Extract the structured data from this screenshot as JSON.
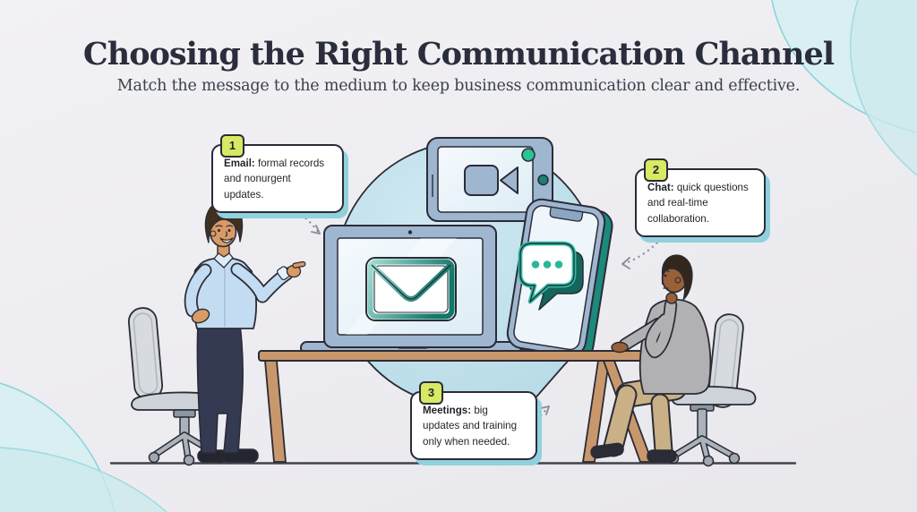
{
  "header": {
    "title": "Choosing the Right Communication Channel",
    "subtitle": "Match the message to the medium to keep business communication clear and effective."
  },
  "callouts": [
    {
      "number": "1",
      "lead": "Email:",
      "text": " formal records and nonurgent updates."
    },
    {
      "number": "2",
      "lead": "Chat:",
      "text": " quick questions and real-time collaboration."
    },
    {
      "number": "3",
      "lead": "Meetings:",
      "text": " big updates and training only when needed."
    }
  ],
  "icons": {
    "tablet_screen": "video-camera-icon",
    "laptop_screen": "email-envelope-icon",
    "phone_screen": "chat-bubble-icon"
  },
  "colors": {
    "background": "#EDECF0",
    "title_text": "#2A2E3C",
    "callout_border": "#2B2B36",
    "callout_shadow": "#8FD2DE",
    "number_tab": "#D8E964",
    "speech_bubble": "#C3E1EC",
    "device_frame": "#9FB6D0",
    "screen": "#EAF3FA",
    "teal_dark": "#157F70",
    "teal_accent": "#2FBFA6",
    "desk_wood": "#C8986C",
    "corner_blob": "#D9EFF2"
  }
}
